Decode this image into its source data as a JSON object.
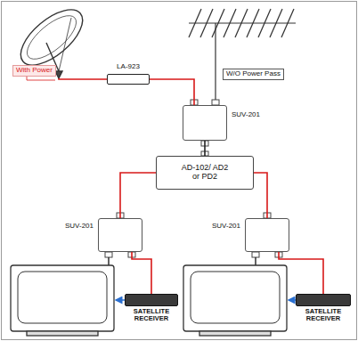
{
  "diagram": {
    "nodes": [
      {
        "text": [
          "LA-923"
        ]
      },
      {
        "text": [
          "SUV-201"
        ]
      },
      {
        "text": [
          "AD-102/ AD2 or PD2"
        ]
      },
      {
        "text": [
          "SUV-201"
        ]
      },
      {
        "text": [
          "SUV-201"
        ]
      },
      {
        "text": [
          "SATELLITE RECEIVER"
        ]
      },
      {
        "text": [
          "SATELLITE RECEIVER"
        ]
      }
    ],
    "edges": [
      {
        "from": 0,
        "to": 1,
        "arrow": "none"
      },
      {
        "from": 1,
        "to": 2,
        "arrow": "none"
      },
      {
        "from": 2,
        "to": 3,
        "arrow": "none"
      },
      {
        "from": 2,
        "to": 4,
        "arrow": "none"
      },
      {
        "from": 3,
        "to": 5,
        "arrow": "none"
      },
      {
        "from": 4,
        "to": 6,
        "arrow": "none"
      }
    ],
    "labels": [
      "With Power",
      "W/O Power Pass"
    ]
  }
}
